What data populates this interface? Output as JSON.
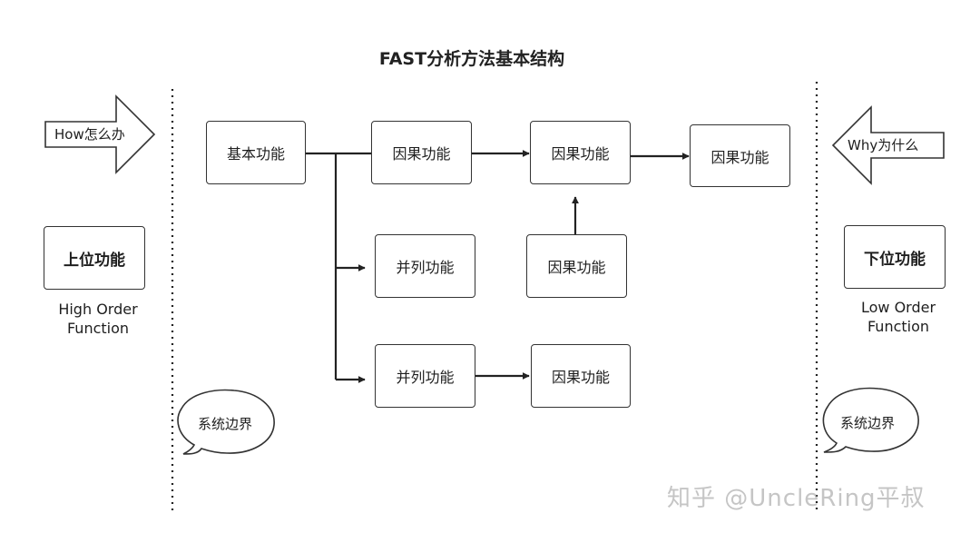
{
  "title": "FAST分析方法基本结构",
  "left": {
    "arrow_label": "How怎么办",
    "box_label": "上位功能",
    "caption_line1": "High Order",
    "caption_line2": "Function",
    "bubble_label": "系统边界"
  },
  "right": {
    "arrow_label": "Why为什么",
    "box_label": "下位功能",
    "caption_line1": "Low Order",
    "caption_line2": "Function",
    "bubble_label": "系统边界"
  },
  "nodes": {
    "basic": "基本功能",
    "cause1": "因果功能",
    "cause2": "因果功能",
    "cause3": "因果功能",
    "cause4": "因果功能",
    "parallel1": "并列功能",
    "parallel2": "并列功能",
    "cause5": "因果功能"
  },
  "watermark": "知乎 @UncleRing平叔"
}
